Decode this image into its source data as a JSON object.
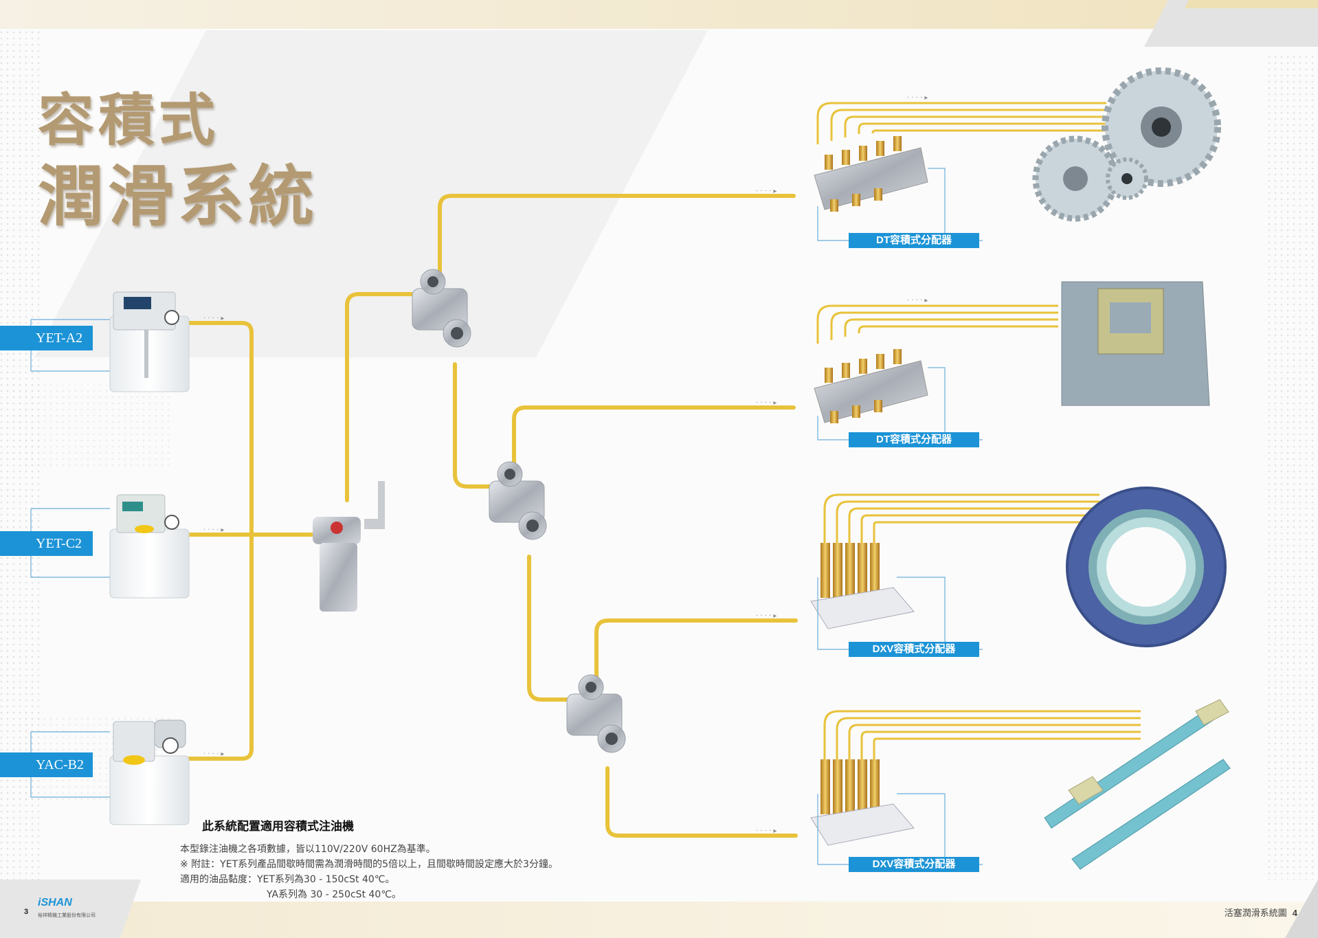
{
  "title": {
    "line1": "容積式",
    "line2": "潤滑系統"
  },
  "pumps": [
    {
      "model": "YET-A2"
    },
    {
      "model": "YET-C2"
    },
    {
      "model": "YAC-B2"
    }
  ],
  "distributors": [
    {
      "label": "DT容積式分配器"
    },
    {
      "label": "DT容積式分配器"
    },
    {
      "label": "DXV容積式分配器"
    },
    {
      "label": "DXV容積式分配器"
    }
  ],
  "note": {
    "heading": "此系統配置適用容積式注油機",
    "line1": "本型錄注油機之各項數據，皆以110V/220V  60HZ為基準。",
    "line2": "※ 附註：YET系列產品間歇時間需為潤滑時間的5倍以上，且間歇時間設定應大於3分鐘。",
    "line3": "適用的油品黏度：YET系列為30 - 150cSt  40℃。",
    "line4": "YA系列為 30 - 250cSt  40℃。"
  },
  "footer": {
    "left_page": "3",
    "brand": "iSHAN",
    "company": "裕祥精機工業股份有限公司",
    "right_title": "活塞潤滑系統圖",
    "right_page": "4"
  },
  "colors": {
    "accent_blue": "#1c93d6",
    "pipe_gold": "#e8c23a",
    "title_gold": "#b39a72"
  }
}
